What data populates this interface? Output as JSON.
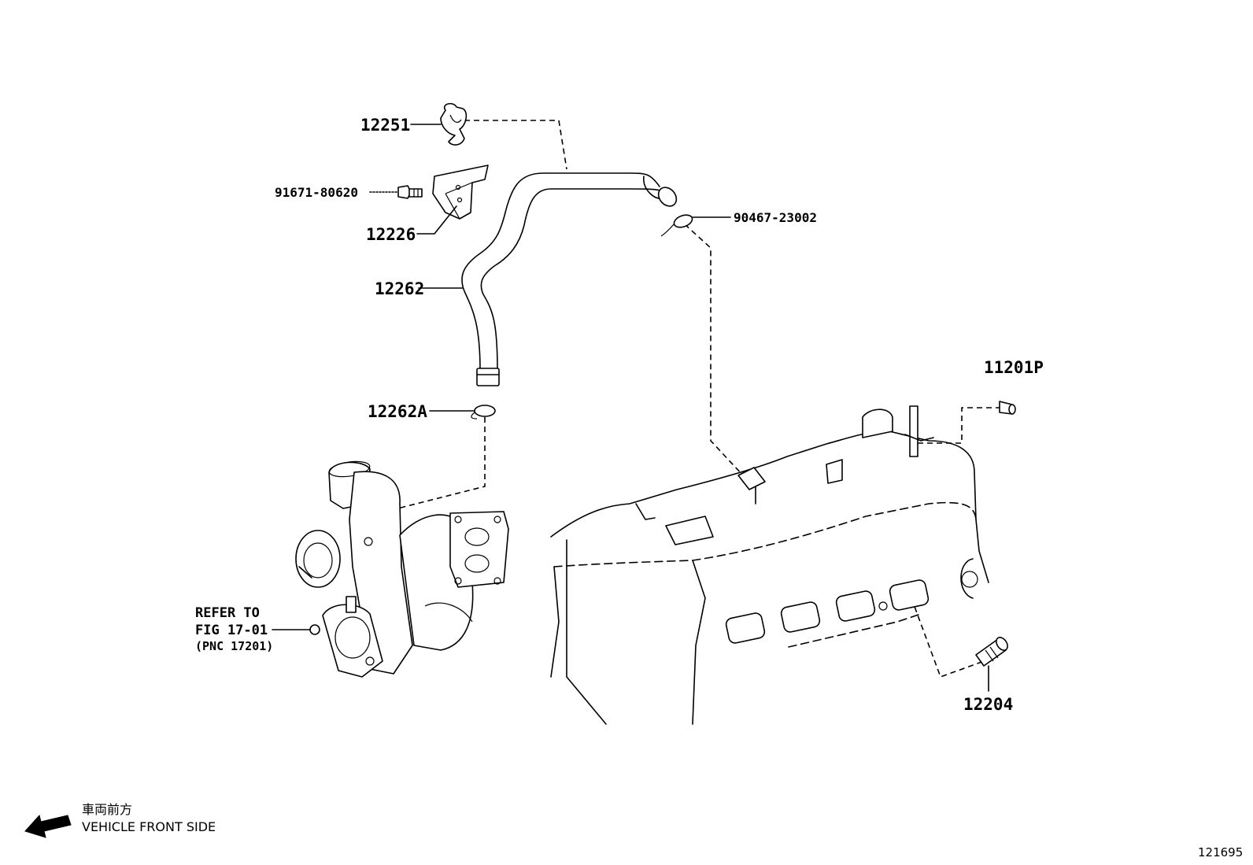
{
  "parts": {
    "p12251": "12251",
    "p91671": "91671-80620",
    "p12226": "12226",
    "p12262": "12262",
    "p90467": "90467-23002",
    "p12262A": "12262A",
    "p11201P": "11201P",
    "p12204": "12204"
  },
  "refer": {
    "line1": "REFER TO",
    "line2": "FIG 17-01",
    "line3": "(PNC 17201)"
  },
  "front": {
    "jp": "車両前方",
    "en": "VEHICLE FRONT SIDE"
  },
  "illustration_number": "121695"
}
